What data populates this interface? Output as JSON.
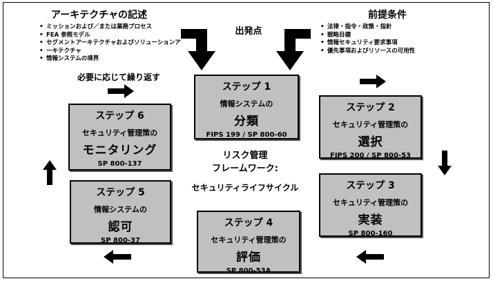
{
  "architecture": {
    "heading": "アーキテクチャの記述",
    "items": [
      "ミッションおよび／または業務プロセス",
      "FEA 参照モデル",
      "セグメントアーキテクチャおよびソリューションア",
      "ーキテクチャ",
      "情報システムの境界"
    ]
  },
  "prerequisites": {
    "heading": "前提条件",
    "items": [
      "法律・指令・政策・指針",
      "戦略目標",
      "情報セキュリティ要求事項",
      "優先事項およびリソースの可用性"
    ]
  },
  "start_label": "出発点",
  "repeat_label": "必要に応じて繰り返す",
  "center": {
    "line1": "リスク管理",
    "line2": "フレームワーク:",
    "line3": "セキュリティライフサイクル"
  },
  "steps": [
    {
      "title": "ステップ 1",
      "subtitle": "情報システムの",
      "name": "分類",
      "ref": "FIPS 199 / SP 800-60"
    },
    {
      "title": "ステップ 2",
      "subtitle": "セキュリティ管理策の",
      "name": "選択",
      "ref": "FIPS 200 / SP 800-53"
    },
    {
      "title": "ステップ 3",
      "subtitle": "セキュリティ管理策の",
      "name": "実装",
      "ref": "SP 800-160"
    },
    {
      "title": "ステップ 4",
      "subtitle": "セキュリティ管理策の",
      "name": "評価",
      "ref": "SP 800-53A"
    },
    {
      "title": "ステップ 5",
      "subtitle": "情報システムの",
      "name": "認可",
      "ref": "SP 800-37"
    },
    {
      "title": "ステップ 6",
      "subtitle": "セキュリティ管理策の",
      "name": "モニタリング",
      "ref": "SP 800-137"
    }
  ],
  "colors": {
    "box_fill": "#c0c0c0",
    "border": "#000000",
    "arrow": "#000000"
  }
}
